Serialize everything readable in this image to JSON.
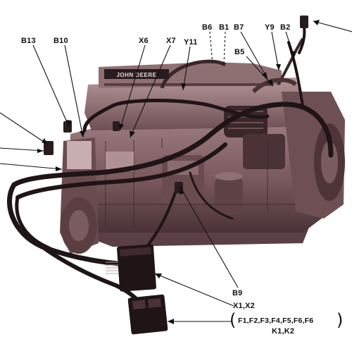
{
  "figure": {
    "brand_plate": "JOHN DEERE",
    "callouts": {
      "b13": "B13",
      "b10": "B10",
      "x6": "X6",
      "x7": "X7",
      "y11": "Y11",
      "b6": "B6",
      "b1": "B1",
      "b7": "B7",
      "y9": "Y9",
      "b2": "B2",
      "b5": "B5",
      "b9": "B9",
      "x1x2": "X1,X2",
      "fuses": "F1,F2,F3,F4,F5,F6,F6",
      "k1k2": "K1,K2"
    },
    "colors": {
      "engine_body": "#7a5a5e",
      "engine_dark": "#3e2a2d",
      "engine_light": "#a88a8d",
      "harness": "#1f1416",
      "leader": "#111111"
    }
  }
}
